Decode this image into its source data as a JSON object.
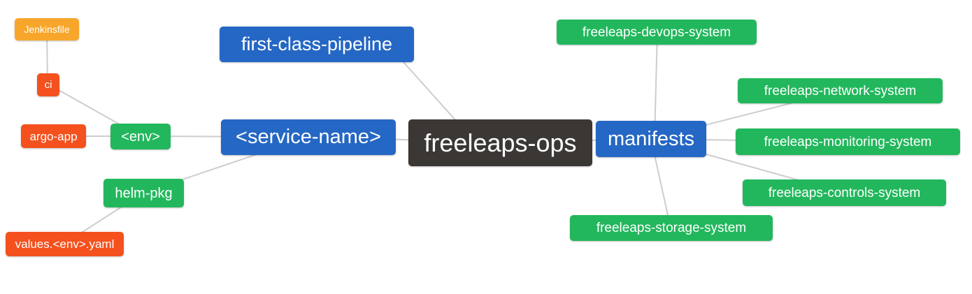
{
  "diagram": {
    "type": "mindmap",
    "root_label": "freeleaps-ops",
    "palette": {
      "orange": "#F8A62B",
      "red": "#F4511E",
      "green": "#22B75C",
      "blue": "#2567C4",
      "dark": "#3B3734",
      "edge": "#CDCDCD",
      "text": "#FFFFFF",
      "background": "#FFFFFF"
    },
    "nodes": [
      {
        "label": "Jenkinsfile",
        "color": "orange"
      },
      {
        "label": "ci",
        "color": "red"
      },
      {
        "label": "argo-app",
        "color": "red"
      },
      {
        "label": "<env>",
        "color": "green"
      },
      {
        "label": "helm-pkg",
        "color": "green"
      },
      {
        "label": "values.<env>.yaml",
        "color": "red"
      },
      {
        "label": "first-class-pipeline",
        "color": "blue"
      },
      {
        "label": "<service-name>",
        "color": "blue"
      },
      {
        "label": "freeleaps-ops",
        "color": "dark"
      },
      {
        "label": "manifests",
        "color": "blue"
      },
      {
        "label": "freeleaps-devops-system",
        "color": "green"
      },
      {
        "label": "freeleaps-network-system",
        "color": "green"
      },
      {
        "label": "freeleaps-monitoring-system",
        "color": "green"
      },
      {
        "label": "freeleaps-controls-system",
        "color": "green"
      },
      {
        "label": "freeleaps-storage-system",
        "color": "green"
      }
    ],
    "edges": [
      {
        "from": "Jenkinsfile",
        "to": "ci"
      },
      {
        "from": "ci",
        "to": "<env>"
      },
      {
        "from": "argo-app",
        "to": "<env>"
      },
      {
        "from": "<env>",
        "to": "<service-name>"
      },
      {
        "from": "helm-pkg",
        "to": "<service-name>"
      },
      {
        "from": "values.<env>.yaml",
        "to": "helm-pkg"
      },
      {
        "from": "first-class-pipeline",
        "to": "freeleaps-ops"
      },
      {
        "from": "<service-name>",
        "to": "freeleaps-ops"
      },
      {
        "from": "freeleaps-ops",
        "to": "manifests"
      },
      {
        "from": "manifests",
        "to": "freeleaps-devops-system"
      },
      {
        "from": "manifests",
        "to": "freeleaps-network-system"
      },
      {
        "from": "manifests",
        "to": "freeleaps-monitoring-system"
      },
      {
        "from": "manifests",
        "to": "freeleaps-controls-system"
      },
      {
        "from": "manifests",
        "to": "freeleaps-storage-system"
      }
    ]
  }
}
